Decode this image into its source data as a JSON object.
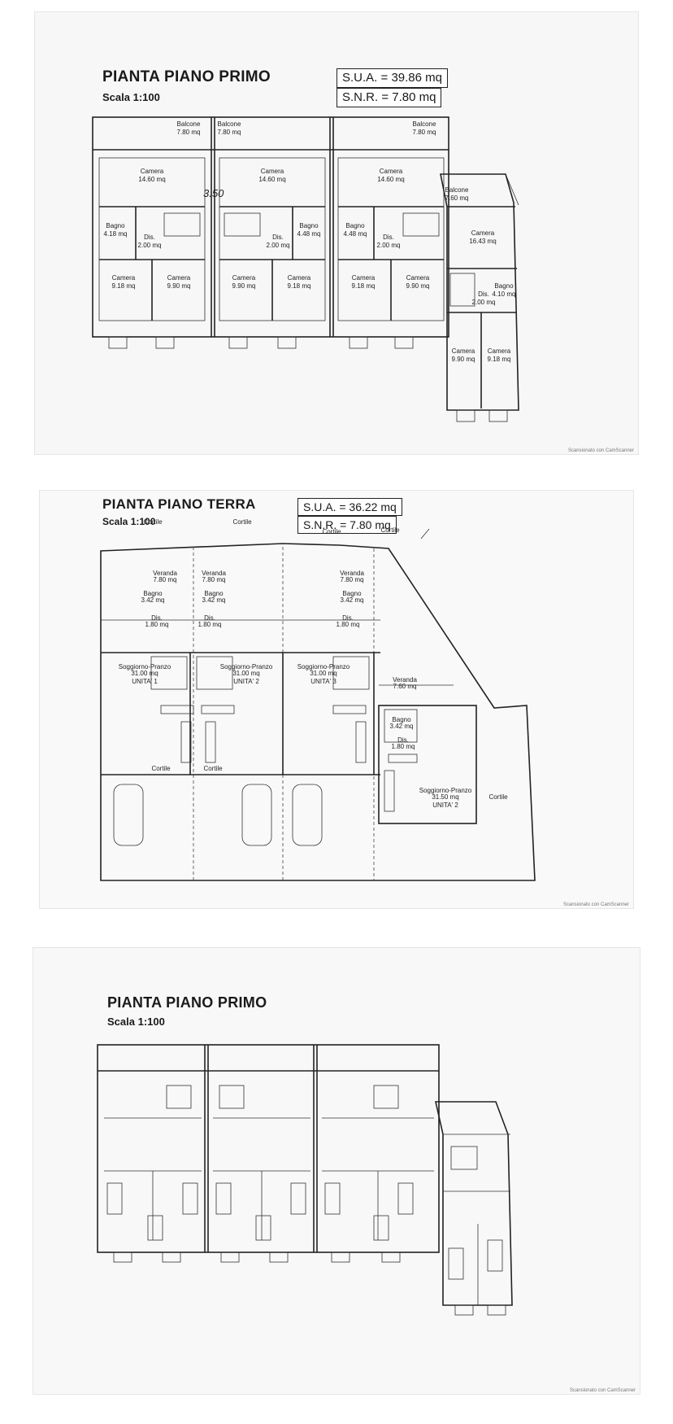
{
  "sheet1": {
    "title": "PIANTA PIANO PRIMO",
    "scale": "Scala 1:100",
    "sua": "S.U.A. = 39.86 mq",
    "snr": "S.N.R. = 7.80 mq",
    "handwritten": "3.50",
    "units": [
      {
        "balcone_label": "Balcone",
        "balcone_area": "7.80 mq",
        "camera1_label": "Camera",
        "camera1_area": "14.60 mq",
        "bagno_label": "Bagno",
        "bagno_area": "4.18 mq",
        "dis_label": "Dis.",
        "dis_area": "2.00 mq",
        "cam_left_label": "Camera",
        "cam_left_area": "9.18 mq",
        "cam_right_label": "Camera",
        "cam_right_area": "9.90 mq"
      },
      {
        "balcone_label": "Balcone",
        "balcone_area": "7.80 mq",
        "camera1_label": "Camera",
        "camera1_area": "14.60 mq",
        "bagno_label": "Bagno",
        "bagno_area": "4.48 mq",
        "dis_label": "Dis.",
        "dis_area": "2.00 mq",
        "cam_left_label": "Camera",
        "cam_left_area": "9.90 mq",
        "cam_right_label": "Camera",
        "cam_right_area": "9.18 mq"
      },
      {
        "balcone_label": "Balcone",
        "balcone_area": "7.80 mq",
        "camera1_label": "Camera",
        "camera1_area": "14.60 mq",
        "bagno_label": "Bagno",
        "bagno_area": "4.48 mq",
        "dis_label": "Dis.",
        "dis_area": "2.00 mq",
        "cam_left_label": "Camera",
        "cam_left_area": "9.18 mq",
        "cam_right_label": "Camera",
        "cam_right_area": "9.90 mq"
      }
    ],
    "unit4": {
      "balcone_label": "Balcone",
      "balcone_area": "7.60 mq",
      "camera1_label": "Camera",
      "camera1_area": "16.43 mq",
      "bagno_label": "Bagno",
      "bagno_area": "4.10 mq",
      "dis_label": "Dis.",
      "dis_area": "2.00 mq",
      "cam_left_label": "Camera",
      "cam_left_area": "9.90 mq",
      "cam_right_label": "Camera",
      "cam_right_area": "9.18 mq"
    },
    "scan_note": "Scansionato con CamScanner"
  },
  "sheet2": {
    "title": "PIANTA PIANO TERRA",
    "scale": "Scala 1:100",
    "sua": "S.U.A. = 36.22 mq",
    "snr": "S.N.R. = 7.80 mq",
    "cortile": "Cortile",
    "units": [
      {
        "veranda_label": "Veranda",
        "veranda_area": "7.80 mq",
        "bagno_label": "Bagno",
        "bagno_area": "3.42 mq",
        "dis_label": "Dis.",
        "dis_area": "1.80 mq",
        "soggiorno_label": "Soggiorno-Pranzo",
        "soggiorno_area": "31.00 mq",
        "unit_label": "UNITA' 1"
      },
      {
        "veranda_label": "Veranda",
        "veranda_area": "7.80 mq",
        "bagno_label": "Bagno",
        "bagno_area": "3.42 mq",
        "dis_label": "Dis.",
        "dis_area": "1.80 mq",
        "soggiorno_label": "Soggiorno-Pranzo",
        "soggiorno_area": "31.00 mq",
        "unit_label": "UNITA' 2"
      },
      {
        "veranda_label": "Veranda",
        "veranda_area": "7.80 mq",
        "bagno_label": "Bagno",
        "bagno_area": "3.42 mq",
        "dis_label": "Dis.",
        "dis_area": "1.80 mq",
        "soggiorno_label": "Soggiorno-Pranzo",
        "soggiorno_area": "31.00 mq",
        "unit_label": "UNITA' 3"
      },
      {
        "veranda_label": "Veranda",
        "veranda_area": "7.60 mq",
        "bagno_label": "Bagno",
        "bagno_area": "3.42 mq",
        "dis_label": "Dis.",
        "dis_area": "1.80 mq",
        "soggiorno_label": "Soggiorno-Pranzo",
        "soggiorno_area": "31.50 mq",
        "unit_label": "UNITA' 2"
      }
    ],
    "scan_note": "Scansionato con CamScanner"
  },
  "sheet3": {
    "title": "PIANTA PIANO PRIMO",
    "scale": "Scala 1:100",
    "scan_note": "Scansionato con CamScanner"
  }
}
